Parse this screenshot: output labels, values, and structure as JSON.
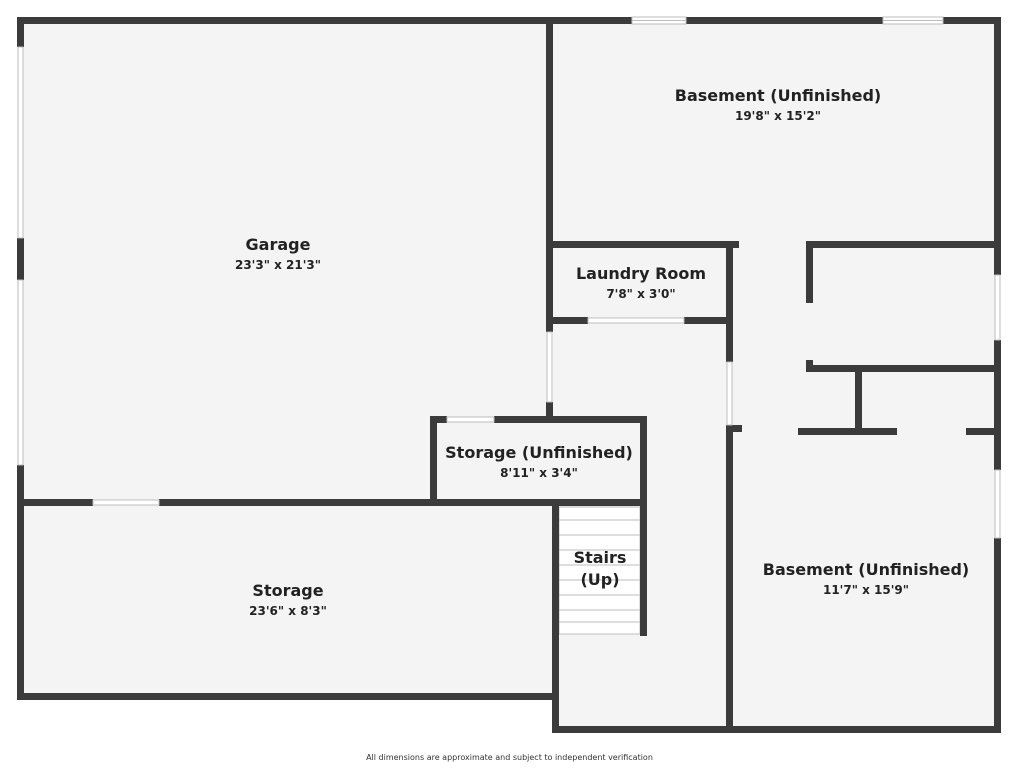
{
  "colors": {
    "wall": "#3b3b3b",
    "floor": "#f4f4f4",
    "opening": "#ffffff",
    "opening_edge": "#bdbdbd",
    "text": "#222222"
  },
  "rooms": {
    "garage": {
      "name": "Garage",
      "dims": "23'3\" x 21'3\""
    },
    "basement_top": {
      "name": "Basement (Unfinished)",
      "dims": "19'8\" x 15'2\""
    },
    "laundry": {
      "name": "Laundry Room",
      "dims": "7'8\" x 3'0\""
    },
    "storage_small": {
      "name": "Storage (Unfinished)",
      "dims": "8'11\" x 3'4\""
    },
    "storage": {
      "name": "Storage",
      "dims": "23'6\" x 8'3\""
    },
    "stairs": {
      "name_line1": "Stairs",
      "name_line2": "(Up)"
    },
    "basement_bottom": {
      "name": "Basement (Unfinished)",
      "dims": "11'7\" x 15'9\""
    }
  },
  "disclaimer": "All dimensions are approximate and subject to independent verification"
}
